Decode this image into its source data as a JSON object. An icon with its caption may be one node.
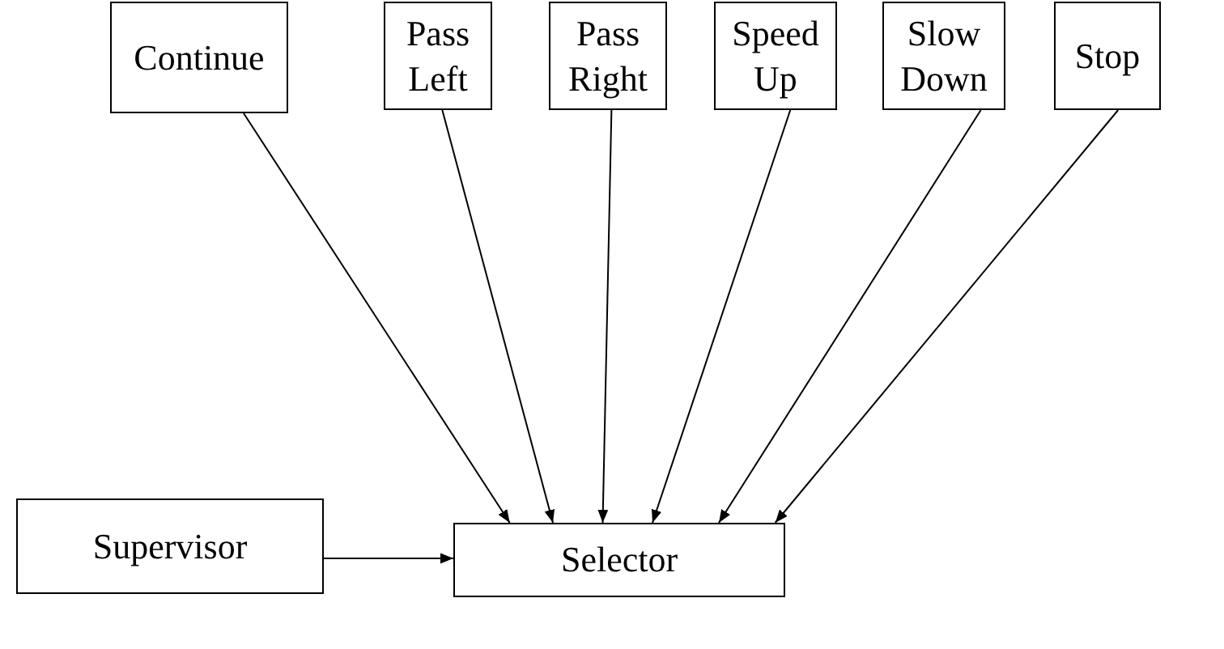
{
  "diagram": {
    "nodes": [
      {
        "text": [
          "Continue"
        ]
      },
      {
        "text": [
          "Pass Left"
        ]
      },
      {
        "text": [
          "Pass Right"
        ]
      },
      {
        "text": [
          "Speed Up"
        ]
      },
      {
        "text": [
          "Slow Down"
        ]
      },
      {
        "text": [
          "Stop"
        ]
      },
      {
        "text": [
          "Supervisor"
        ]
      },
      {
        "text": [
          "Selector"
        ]
      }
    ],
    "edges": [
      {
        "from": 0,
        "to": 7,
        "arrow": "to"
      },
      {
        "from": 1,
        "to": 7,
        "arrow": "to"
      },
      {
        "from": 2,
        "to": 7,
        "arrow": "to"
      },
      {
        "from": 3,
        "to": 7,
        "arrow": "to"
      },
      {
        "from": 4,
        "to": 7,
        "arrow": "to"
      },
      {
        "from": 5,
        "to": 7,
        "arrow": "to"
      },
      {
        "from": 6,
        "to": 7,
        "arrow": "to"
      }
    ]
  }
}
